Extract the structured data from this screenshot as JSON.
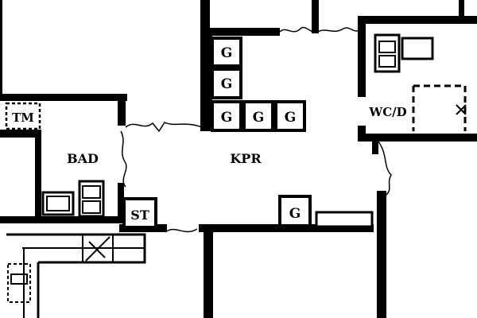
{
  "plan": {
    "colors": {
      "wall": "#000000",
      "background": "#ffffff",
      "lines": "#000000"
    },
    "rooms": {
      "corridor": "KPR",
      "bathroom": "BAD",
      "toilet_shower": "WC/D"
    },
    "fixtures": {
      "cabinet_label": "G",
      "storage_label": "ST",
      "washing_machine_label": "TM"
    },
    "icons": {
      "crossed_box": "crossed-box-icon",
      "door_arrow": "door-arrow-icon"
    }
  }
}
